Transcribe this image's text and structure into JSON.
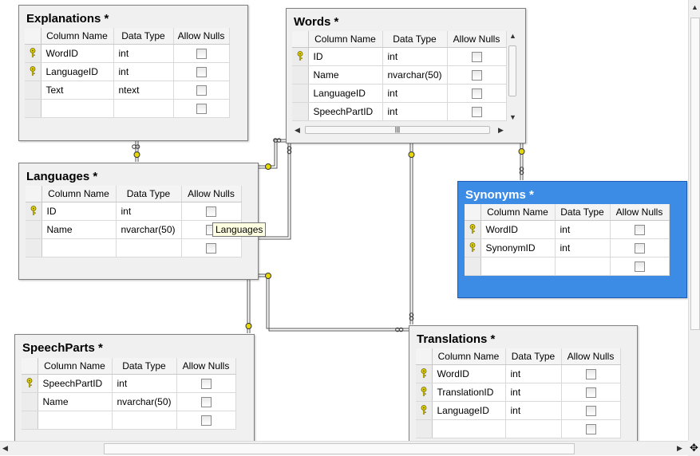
{
  "columns_header": {
    "name": "Column Name",
    "type": "Data Type",
    "nulls": "Allow Nulls"
  },
  "tables": {
    "explanations": {
      "title": "Explanations *",
      "rows": [
        {
          "key": true,
          "name": "WordID",
          "type": "int"
        },
        {
          "key": true,
          "name": "LanguageID",
          "type": "int"
        },
        {
          "key": false,
          "name": "Text",
          "type": "ntext"
        },
        {
          "key": false,
          "name": "",
          "type": ""
        }
      ]
    },
    "words": {
      "title": "Words *",
      "rows": [
        {
          "key": true,
          "name": "ID",
          "type": "int"
        },
        {
          "key": false,
          "name": "Name",
          "type": "nvarchar(50)"
        },
        {
          "key": false,
          "name": "LanguageID",
          "type": "int"
        },
        {
          "key": false,
          "name": "SpeechPartID",
          "type": "int"
        }
      ],
      "hscroll_thumb_glyph": "|||"
    },
    "languages": {
      "title": "Languages *",
      "rows": [
        {
          "key": true,
          "name": "ID",
          "type": "int"
        },
        {
          "key": false,
          "name": "Name",
          "type": "nvarchar(50)"
        },
        {
          "key": false,
          "name": "",
          "type": ""
        }
      ]
    },
    "synonyms": {
      "title": "Synonyms *",
      "selected": true,
      "rows": [
        {
          "key": true,
          "name": "WordID",
          "type": "int"
        },
        {
          "key": true,
          "name": "SynonymID",
          "type": "int"
        },
        {
          "key": false,
          "name": "",
          "type": ""
        }
      ]
    },
    "speechparts": {
      "title": "SpeechParts *",
      "rows": [
        {
          "key": true,
          "name": "SpeechPartID",
          "type": "int"
        },
        {
          "key": false,
          "name": "Name",
          "type": "nvarchar(50)"
        },
        {
          "key": false,
          "name": "",
          "type": ""
        }
      ]
    },
    "translations": {
      "title": "Translations *",
      "rows": [
        {
          "key": true,
          "name": "WordID",
          "type": "int"
        },
        {
          "key": true,
          "name": "TranslationID",
          "type": "int"
        },
        {
          "key": true,
          "name": "LanguageID",
          "type": "int"
        },
        {
          "key": false,
          "name": "",
          "type": ""
        }
      ]
    }
  },
  "tooltip": "Languages",
  "colors": {
    "selected_table": "#3c8ce6",
    "key_icon": "#e8d800",
    "relationship_line": "#555555"
  },
  "icons": {
    "key": "key-icon",
    "checkbox": "checkbox-icon",
    "infinity": "infinity-endpoint-icon",
    "size_grip": "size-grip-icon"
  }
}
